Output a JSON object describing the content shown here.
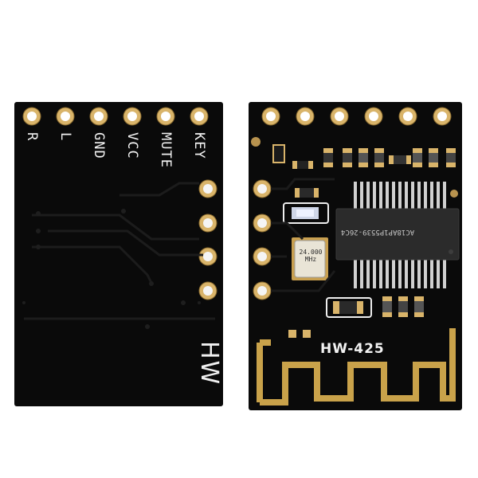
{
  "left_board": {
    "pin_labels": [
      "R",
      "L",
      "GND",
      "VCC",
      "MUTE",
      "KEY"
    ],
    "brand": "HW"
  },
  "right_board": {
    "model": "HW-425",
    "chip_marking": "AC18AP1P5539-26C4",
    "crystal_line1": "24.000",
    "crystal_line2": "MHz",
    "antenna_color": "#c9a24a"
  },
  "colors": {
    "pcb": "#0a0a0a",
    "gold": "#d9b46a",
    "silkscreen": "#f2f2f2"
  }
}
